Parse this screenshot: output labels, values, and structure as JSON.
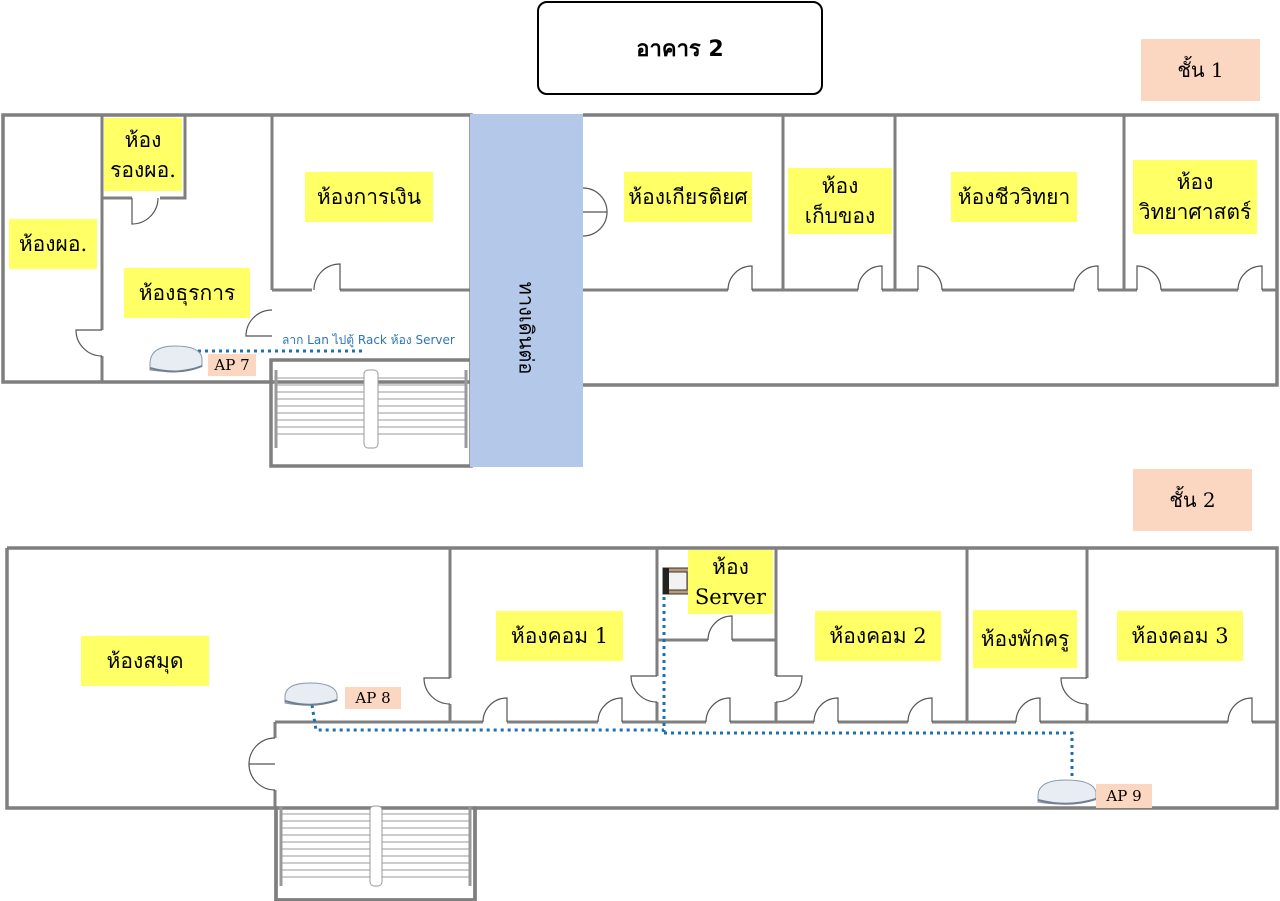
{
  "building_title": "อาคาร 2",
  "floors": {
    "floor1": "ชั้น 1",
    "floor2": "ชั้น 2"
  },
  "walkway_label": "ทางเดินต่อ",
  "cable_note": "ลาก Lan ไปตู้  Rack ห้อง Server",
  "rooms_floor1": {
    "director": "ห้องผอ.",
    "deputy": "ห้อง\nรองผอ.",
    "finance": "ห้องการเงิน",
    "admin": "ห้องธุรการ",
    "honor": "ห้องเกียรติยศ",
    "storage": "ห้อง\nเก็บของ",
    "biology": "ห้องชีววิทยา",
    "science": "ห้อง\nวิทยาศาสตร์"
  },
  "rooms_floor2": {
    "library": "ห้องสมุด",
    "computer1": "ห้องคอม 1",
    "server": "ห้อง\nServer",
    "computer2": "ห้องคอม 2",
    "teacher": "ห้องพักครู",
    "computer3": "ห้องคอม 3"
  },
  "access_points": {
    "ap7": "AP 7",
    "ap8": "AP 8",
    "ap9": "AP 9"
  },
  "colors": {
    "label_bg": "#ffff66",
    "floor_tag_bg": "#fbd6c0",
    "walkway": "#b4c9ea",
    "cable": "#1f6fb5",
    "wall": "#7f7f7f"
  }
}
